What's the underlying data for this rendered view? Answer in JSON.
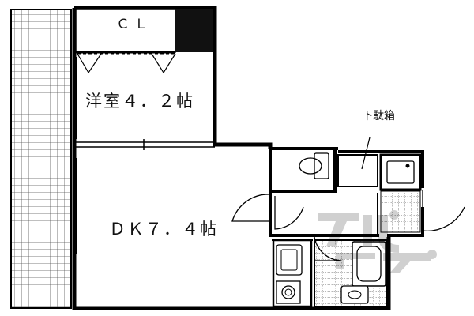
{
  "rooms": {
    "closet": "ＣＬ",
    "western_room": "洋室４．２帖",
    "dining_kitchen": "ＤＫ７．４帖"
  },
  "fixtures": {
    "shoe_cabinet": "下駄箱"
  },
  "colors": {
    "wall": "#000000",
    "balcony_grid": "#555555",
    "background": "#ffffff"
  },
  "icons": [
    "toilet-icon",
    "sink-icon",
    "stove-icon",
    "washer-pan-icon",
    "bathtub-icon",
    "watermark-logo"
  ]
}
